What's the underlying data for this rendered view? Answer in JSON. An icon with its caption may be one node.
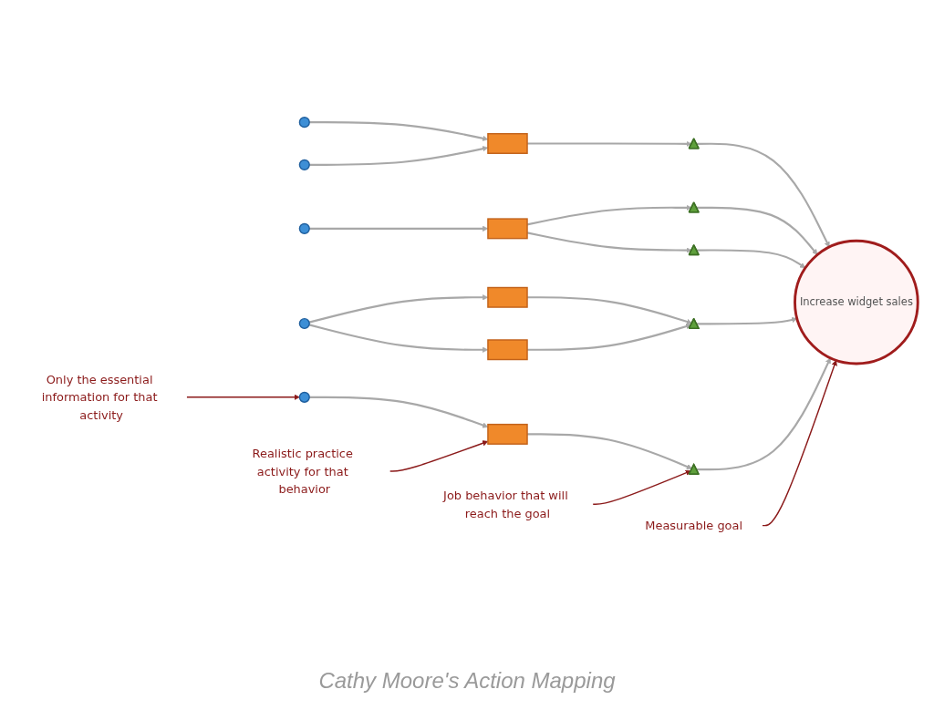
{
  "diagram": {
    "caption": "Cathy Moore's Action Mapping",
    "nodes": [
      {
        "text": [
          "Measurable goal"
        ]
      },
      {
        "text": [],
        "shape": "circle"
      },
      {
        "text": [],
        "shape": "box"
      },
      {
        "text": [],
        "shape": "triangle"
      },
      {
        "text": [],
        "shape": "circle"
      },
      {
        "text": [],
        "shape": "triangle"
      },
      {
        "text": [],
        "shape": "circle"
      },
      {
        "text": [],
        "shape": "box"
      },
      {
        "text": [
          "Increase widget sales"
        ]
      },
      {
        "text": [],
        "shape": "box"
      },
      {
        "text": [],
        "shape": "triangle"
      },
      {
        "text": [],
        "shape": "triangle"
      },
      {
        "text": [],
        "shape": "circle"
      },
      {
        "text": [
          "Only the essential information for that activity"
        ]
      },
      {
        "text": [],
        "shape": "box"
      },
      {
        "text": [],
        "shape": "triangle"
      },
      {
        "text": [
          "Job behavior that will reach the goal"
        ]
      },
      {
        "text": [
          "Realistic practice activity for that behavior"
        ]
      },
      {
        "text": [],
        "shape": "box"
      },
      {
        "text": [],
        "shape": "circle"
      }
    ],
    "edges": [
      {
        "from": 1,
        "to": 2,
        "arrow": "to"
      },
      {
        "from": 4,
        "to": 2,
        "arrow": "to"
      },
      {
        "from": 2,
        "to": 3,
        "arrow": "to"
      },
      {
        "from": 3,
        "to": 8,
        "arrow": "to"
      },
      {
        "from": 6,
        "to": 7,
        "arrow": "to"
      },
      {
        "from": 7,
        "to": 5,
        "arrow": "to"
      },
      {
        "from": 7,
        "to": 10,
        "arrow": "to"
      },
      {
        "from": 5,
        "to": 8,
        "arrow": "to"
      },
      {
        "from": 10,
        "to": 8,
        "arrow": "to"
      },
      {
        "from": 12,
        "to": 9,
        "arrow": "to"
      },
      {
        "from": 12,
        "to": 14,
        "arrow": "to"
      },
      {
        "from": 9,
        "to": 11,
        "arrow": "to"
      },
      {
        "from": 14,
        "to": 11,
        "arrow": "to"
      },
      {
        "from": 11,
        "to": 8,
        "arrow": "to"
      },
      {
        "from": 19,
        "to": 18,
        "arrow": "to"
      },
      {
        "from": 18,
        "to": 15,
        "arrow": "to"
      },
      {
        "from": 15,
        "to": 8,
        "arrow": "to"
      },
      {
        "from": 0,
        "to": 8,
        "arrow": "to",
        "color": "#8b1a1a"
      },
      {
        "from": 13,
        "to": 19,
        "arrow": "to",
        "color": "#8b1a1a"
      },
      {
        "from": 16,
        "to": 15,
        "arrow": "to",
        "color": "#8b1a1a"
      },
      {
        "from": 17,
        "to": 18,
        "arrow": "to",
        "color": "#8b1a1a"
      }
    ]
  }
}
